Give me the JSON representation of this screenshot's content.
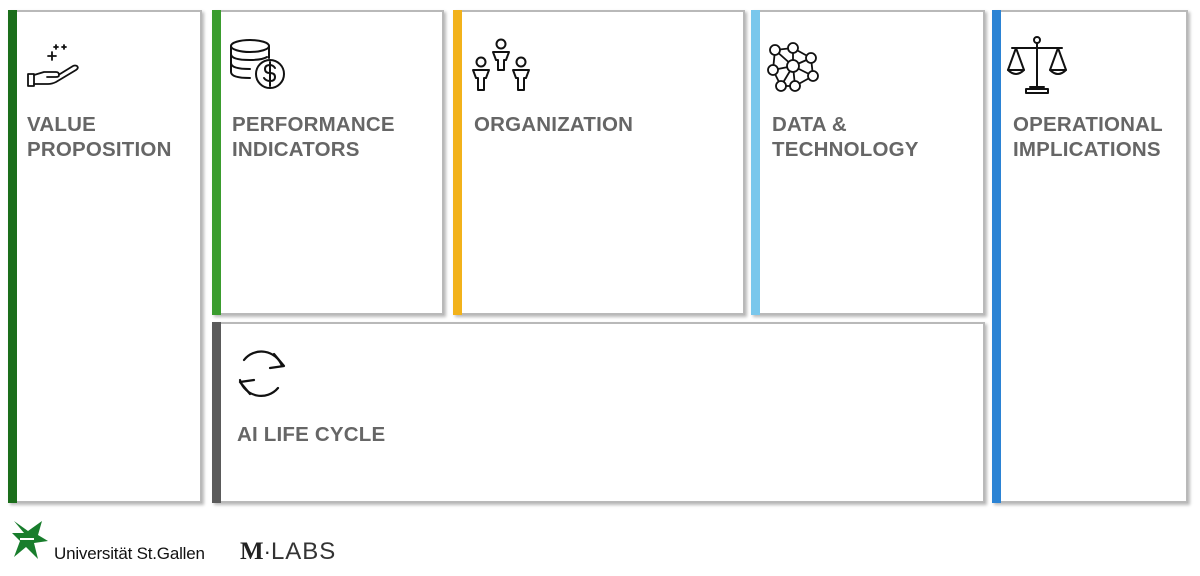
{
  "canvas": {
    "blocks": [
      {
        "id": "value",
        "title": "VALUE\nPROPOSITION",
        "icon": "hand-sparkle-icon",
        "accent": "#1b6e1b"
      },
      {
        "id": "kpi",
        "title": "PERFORMANCE\nINDICATORS",
        "icon": "coins-dollar-icon",
        "accent": "#3a9c2e"
      },
      {
        "id": "org",
        "title": "ORGANIZATION",
        "icon": "people-hierarchy-icon",
        "accent": "#f2b21b"
      },
      {
        "id": "data",
        "title": "DATA &\nTECHNOLOGY",
        "icon": "network-nodes-icon",
        "accent": "#79c7ec"
      },
      {
        "id": "ops",
        "title": "OPERATIONAL\nIMPLICATIONS",
        "icon": "balance-scale-icon",
        "accent": "#2b83d4"
      },
      {
        "id": "lifecycle",
        "title": "AI LIFE CYCLE",
        "icon": "refresh-cycle-icon",
        "accent": "#5a5a5a"
      }
    ]
  },
  "footer": {
    "hsg_name": "Universität St.Gallen",
    "mlabs_m": "M",
    "mlabs_dot": "·",
    "mlabs_labs": "LABS",
    "hsg_color": "#187d2c"
  }
}
